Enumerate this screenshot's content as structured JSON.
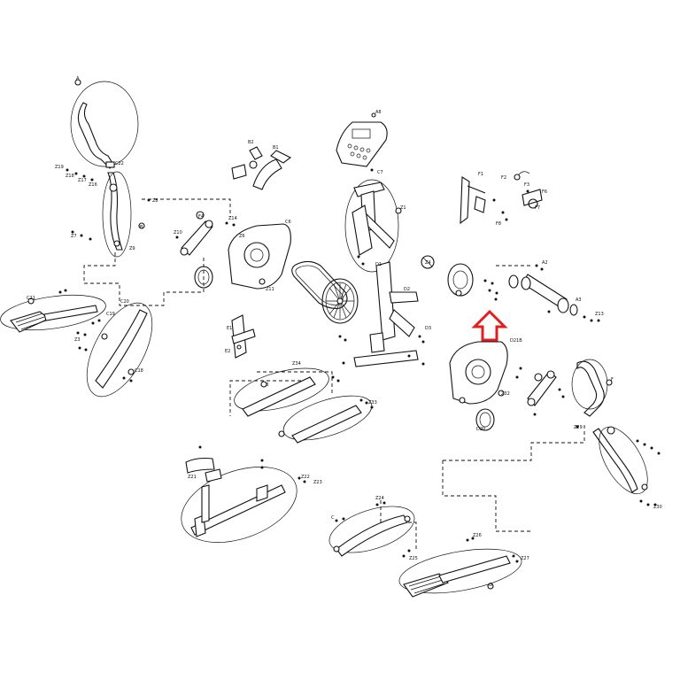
{
  "accent": "#e02020",
  "ink": "#111111",
  "labels": {
    "a1": "A",
    "a2": "Z19",
    "a3": "Z18",
    "a4": "Z17",
    "a5": "Z16",
    "a6": "C22",
    "a7": "Z8",
    "b1": "B",
    "b2": "Z7",
    "b3": "Z9",
    "b4": "Z10",
    "c1": "C21",
    "c2": "C19",
    "c3": "C20",
    "c4": "Z3",
    "c5": "C18",
    "d1": "F4",
    "d2": "Z14",
    "d3": "Z6",
    "e1": "B2",
    "e2": "B1",
    "e3": "A8",
    "f1": "C6",
    "f2": "Z11",
    "f3": "C7",
    "f4": "Z1",
    "g1": "D1",
    "g2": "D2",
    "g3": "D3",
    "h1": "F1",
    "h2": "F2",
    "h3": "F3",
    "h4": "F6",
    "h5": "F7",
    "h6": "F8",
    "i1": "B",
    "i2": "Z34",
    "i3": "Z33",
    "j1": "E1",
    "j2": "E2",
    "j3": "Z4",
    "k1": "D21B",
    "k2": "Z32",
    "k3": "D20",
    "l1": "A2",
    "l2": "A3",
    "l3": "Z13",
    "m1": "F",
    "m2": "Z29",
    "m3": "Z30",
    "n1": "G",
    "n2": "Z26",
    "n3": "Z27",
    "o1": "C",
    "o2": "Z24",
    "o3": "Z25",
    "p1": "Z21",
    "p2": "Z22",
    "p3": "Z23"
  }
}
